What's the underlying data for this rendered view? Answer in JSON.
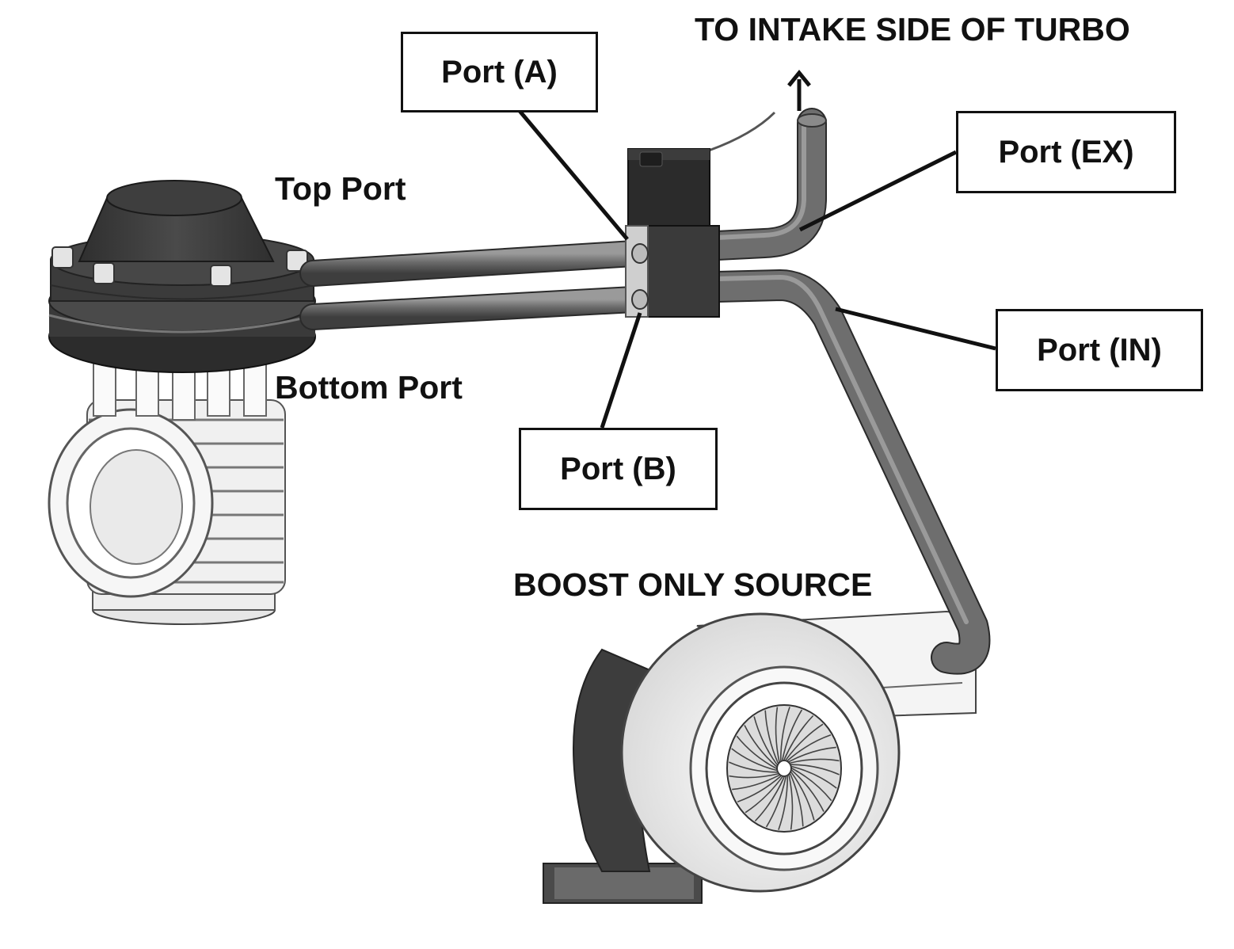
{
  "labels": {
    "to_intake": "TO INTAKE SIDE OF TURBO",
    "top_port": "Top Port",
    "bottom_port": "Bottom Port",
    "boost_source": "BOOST ONLY SOURCE",
    "port_a": "Port (A)",
    "port_b": "Port (B)",
    "port_ex": "Port (EX)",
    "port_in": "Port (IN)"
  },
  "colors": {
    "line": "#111111",
    "hose": "#6e6e6e",
    "hose_dark": "#3a3a3a",
    "wastegate_dark": "#3c3c3c",
    "solenoid": "#2e2e2e",
    "turbo_body": "#f2f2f2"
  }
}
